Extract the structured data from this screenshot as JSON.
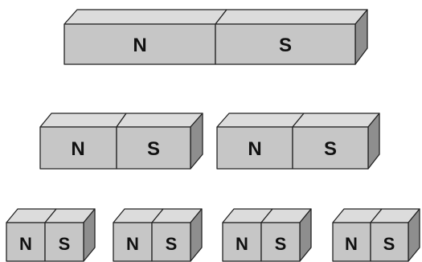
{
  "colors": {
    "face": "#c6c6c6",
    "top": "#dcdcdc",
    "side": "#8e8e8e",
    "outline": "#222222",
    "background": "#ffffff"
  },
  "rows": [
    {
      "magnets": [
        {
          "north_label": "N",
          "south_label": "S"
        }
      ]
    },
    {
      "magnets": [
        {
          "north_label": "N",
          "south_label": "S"
        },
        {
          "north_label": "N",
          "south_label": "S"
        }
      ]
    },
    {
      "magnets": [
        {
          "north_label": "N",
          "south_label": "S"
        },
        {
          "north_label": "N",
          "south_label": "S"
        },
        {
          "north_label": "N",
          "south_label": "S"
        },
        {
          "north_label": "N",
          "south_label": "S"
        }
      ]
    }
  ]
}
